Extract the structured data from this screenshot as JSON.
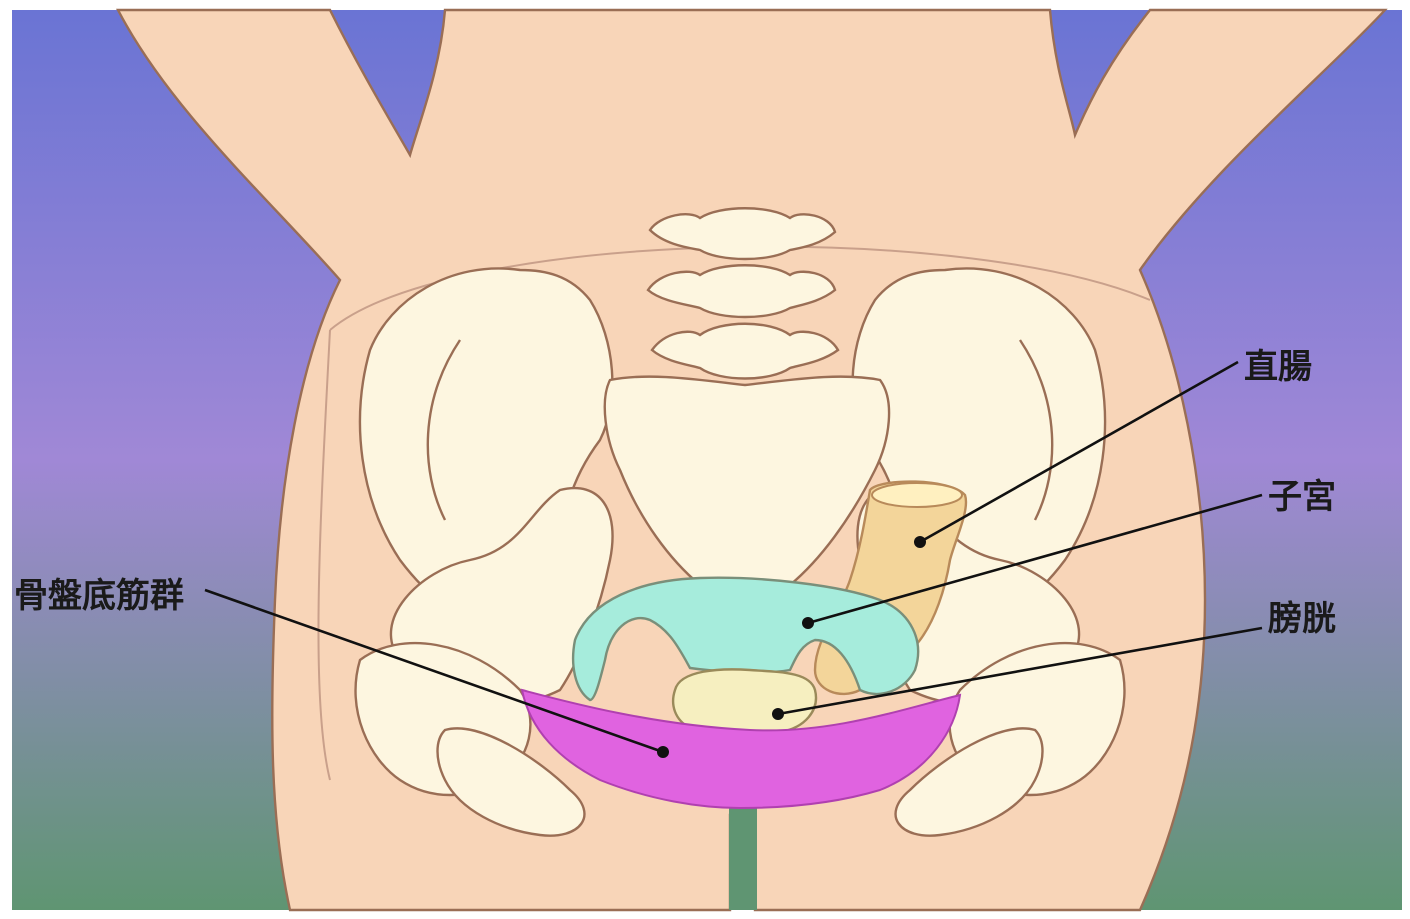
{
  "labels": {
    "rectum": "直腸",
    "uterus": "子宮",
    "bladder": "膀胱",
    "pelvic_floor": "骨盤底筋群"
  },
  "colors": {
    "background_top": "#6f78d2",
    "background_middle": "#9b86d4",
    "background_bottom": "#5f9572",
    "skin": "#f8d5b8",
    "bone": "#fdf6e0",
    "rectum": "#f3d59a",
    "uterus": "#a6ecdc",
    "bladder": "#f6efc0",
    "pelvic_floor": "#e063e0"
  }
}
